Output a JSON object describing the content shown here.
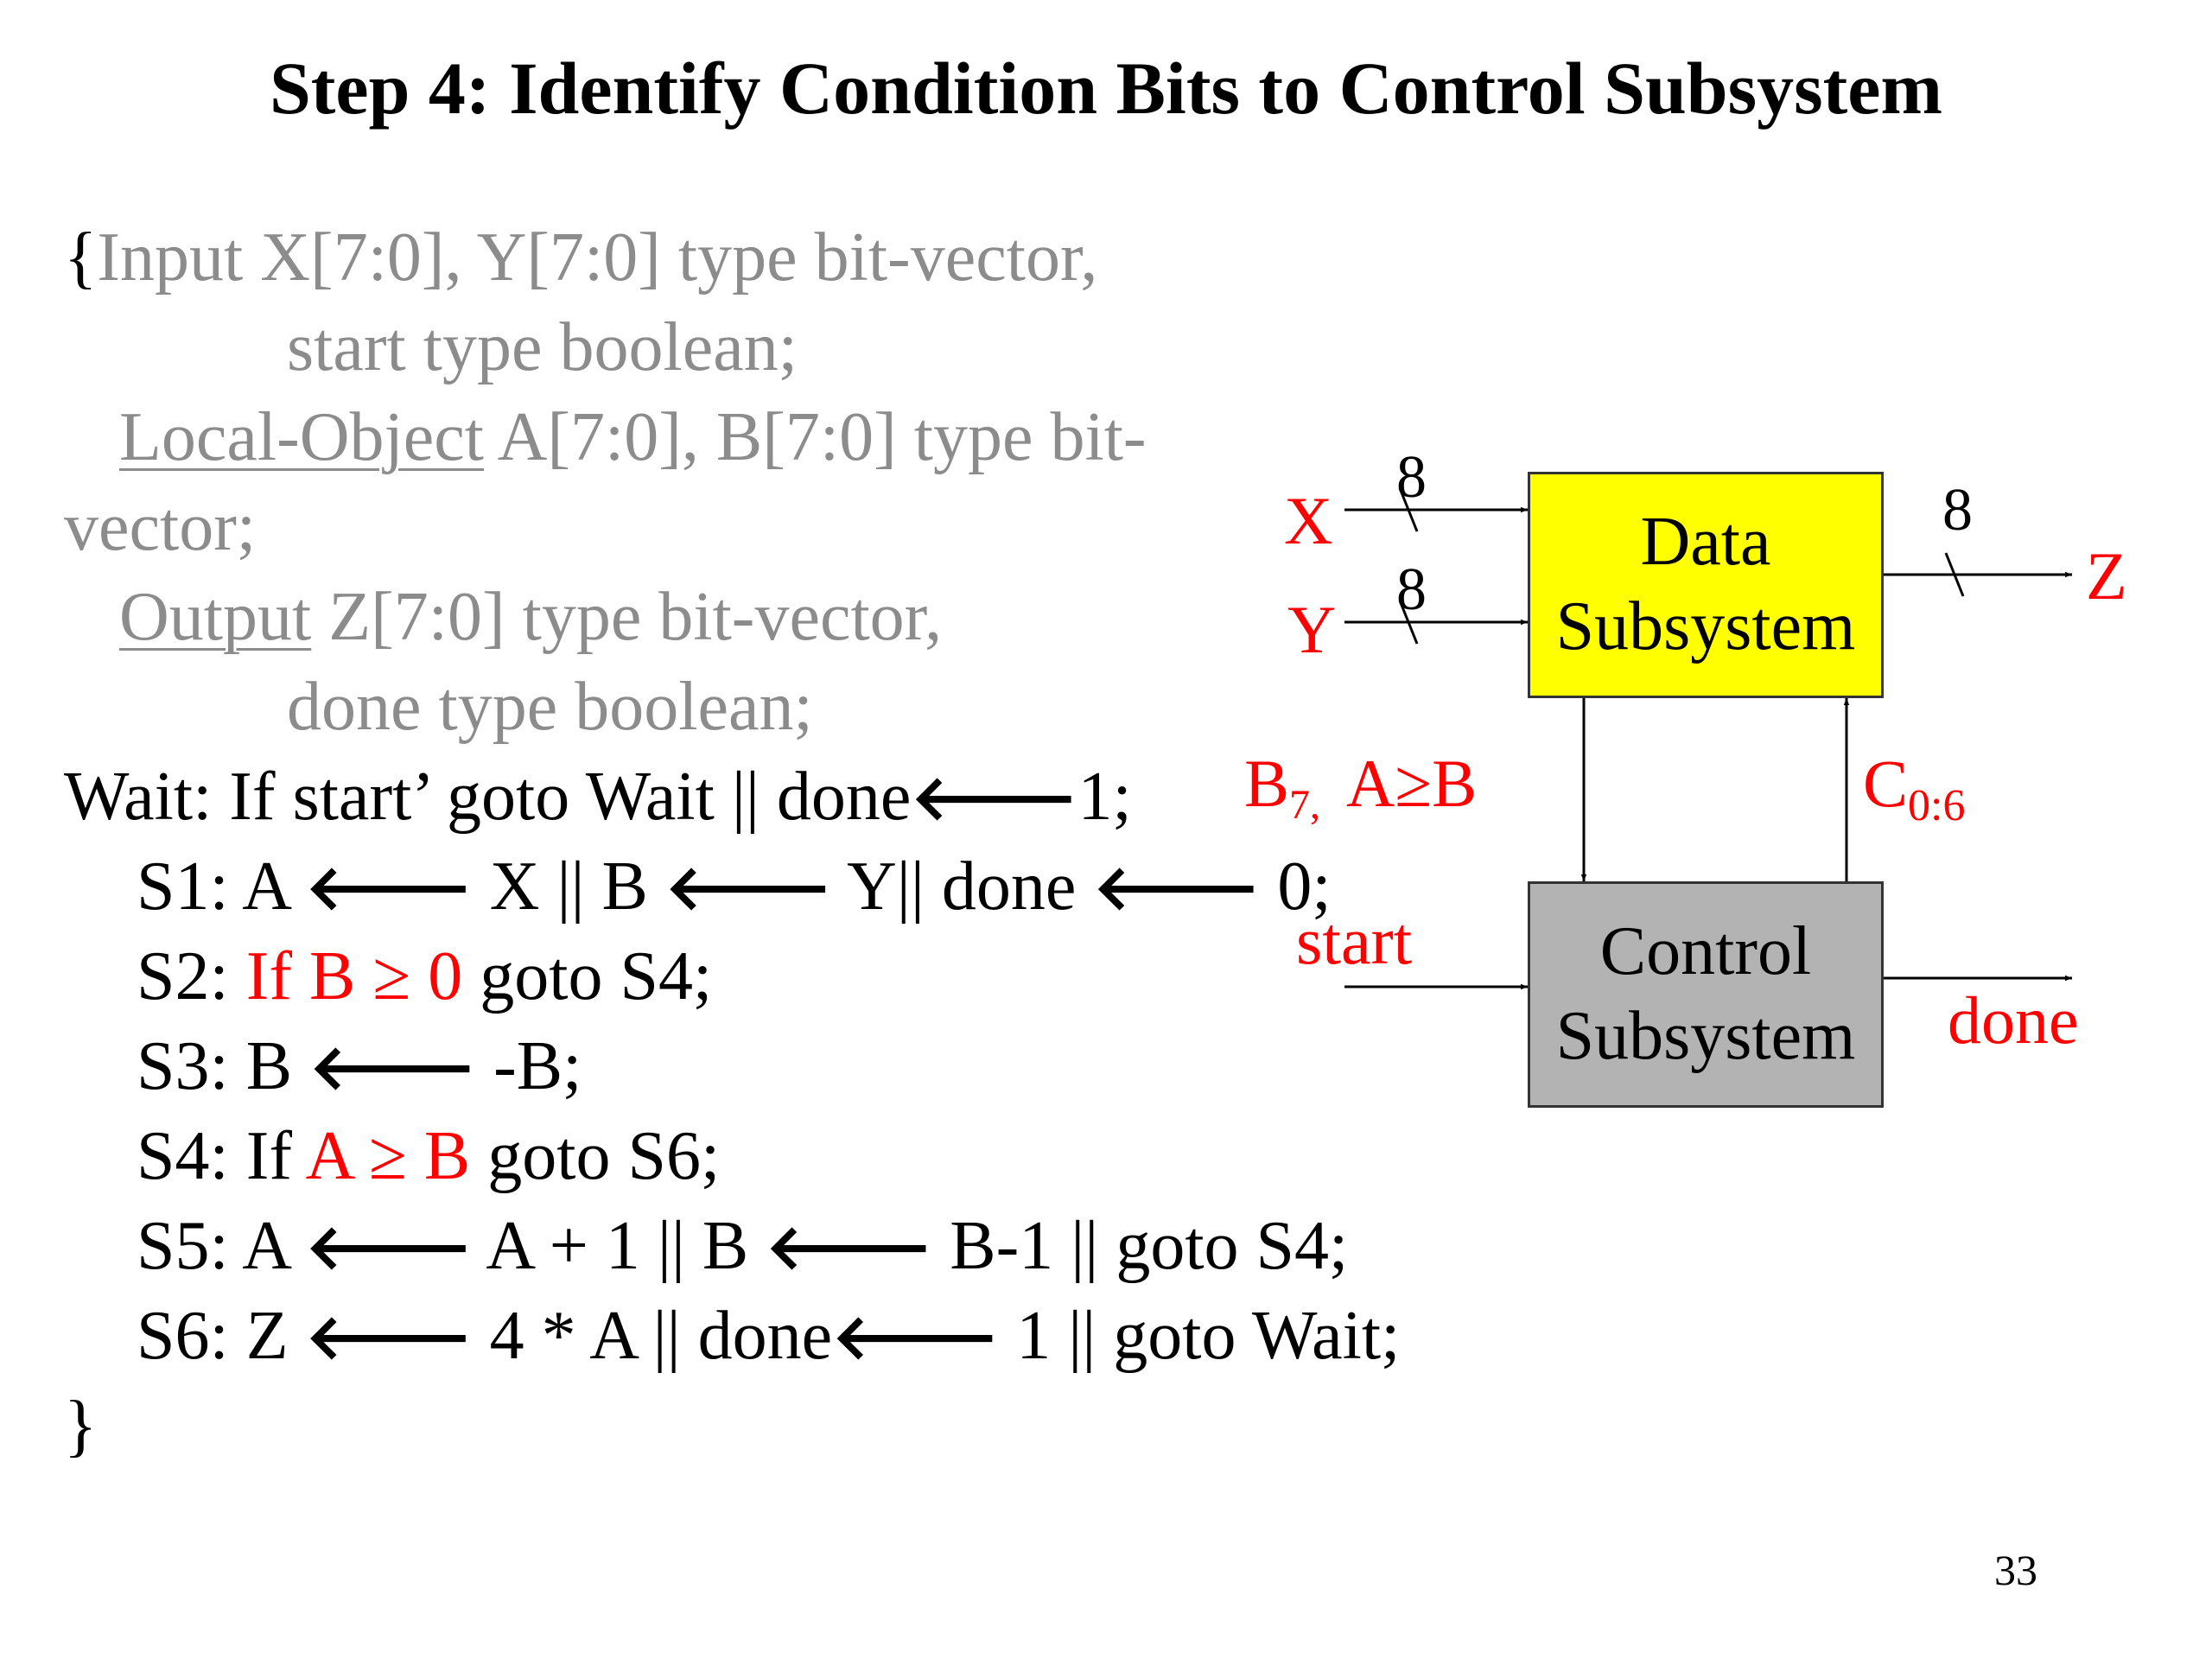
{
  "title": "Step 4: Identify Condition Bits to Control Subsystem",
  "page_number": "33",
  "code": {
    "open_brace": "{",
    "l1": "Input X[7:0], Y[7:0] type bit-vector,",
    "l2": "start type boolean;",
    "l3_u": "Local-Object",
    "l3_rest": " A[7:0], B[7:0] type bit-",
    "l4": "vector;",
    "l5_u": "Output",
    "l5_rest": " Z[7:0] type bit-vector,",
    "l6": "done type boolean;",
    "wait_a": "Wait: If start’ goto Wait || done",
    "wait_b": "1;",
    "s1_a": "S1: A ",
    "s1_b": " X || B ",
    "s1_c": " Y|| done ",
    "s1_d": " 0;",
    "s2_a": "S2: ",
    "s2_red": "If B ≥ 0",
    "s2_b": " goto S4;",
    "s3_a": "S3: B ",
    "s3_b": " -B;",
    "s4_a": "S4: If ",
    "s4_red": "A ≥ B",
    "s4_b": " goto S6;",
    "s5_a": "S5: A ",
    "s5_b": " A + 1 || B ",
    "s5_c": " B-1 || goto S4;",
    "s6_a": "S6: Z ",
    "s6_b": " 4 * A || done",
    "s6_c": " 1 || goto Wait;",
    "close_brace": "}",
    "arrow": "🡐"
  },
  "diagram": {
    "data_box": [
      "Data",
      "Subsystem"
    ],
    "control_box": [
      "Control",
      "Subsystem"
    ],
    "input_x": "X",
    "input_y": "Y",
    "output_z": "Z",
    "bus_x_width": "8",
    "bus_y_width": "8",
    "bus_z_width": "8",
    "status_label": "B",
    "status_sub": "7,",
    "status_cond": "A≥B",
    "control_label": "C",
    "control_sub": "0:6",
    "start_label": "start",
    "done_label": "done",
    "colors": {
      "data_box": "#ffff00",
      "control_box": "#b3b3b3",
      "label_red": "#ff0000",
      "code_gray": "#8c8c8c"
    }
  }
}
